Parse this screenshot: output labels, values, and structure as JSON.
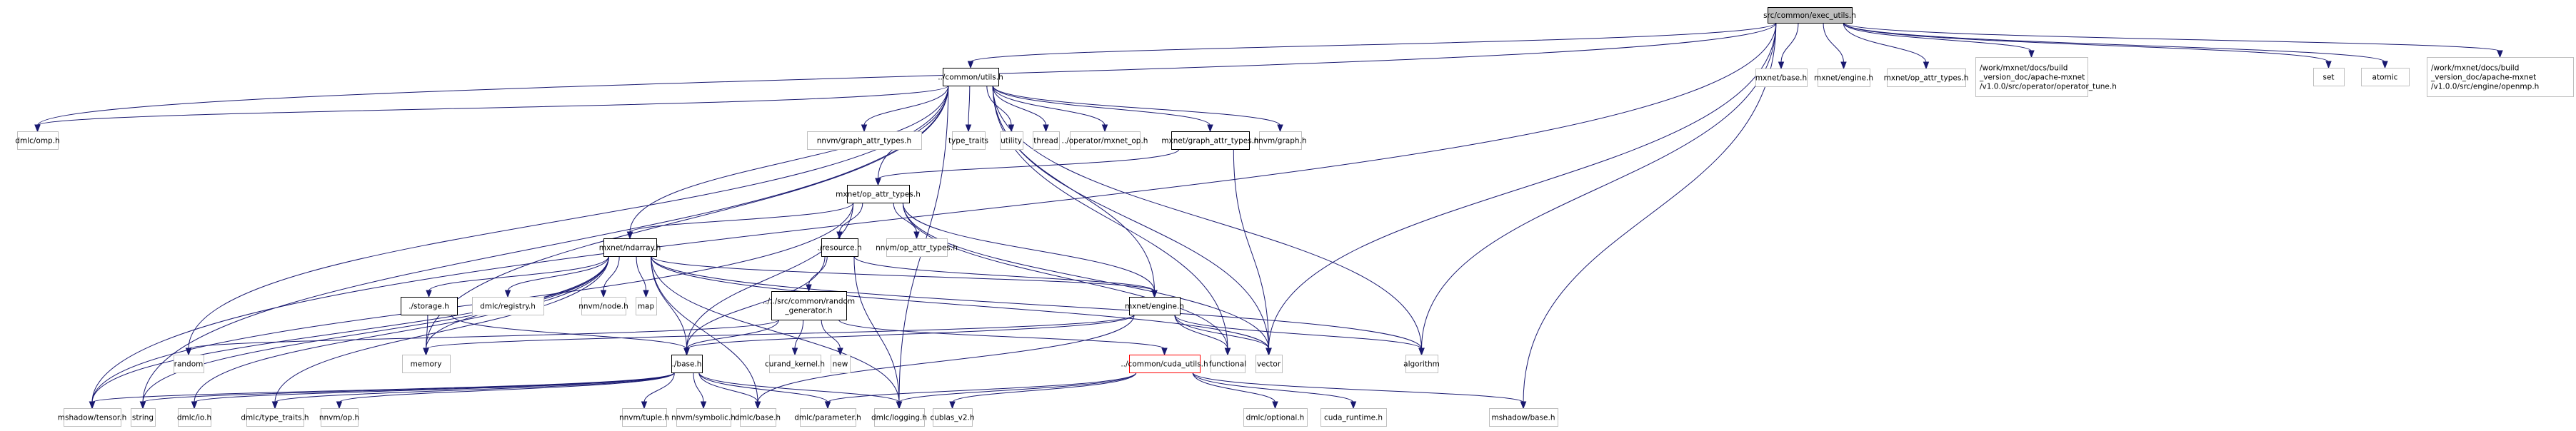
{
  "title": "src/common/exec_utils.h",
  "diagram_type": "include dependency graph",
  "edge_color": "#191970",
  "node_colors": {
    "root_fill": "#bfbfbf",
    "internal_border": "#000000",
    "external_border": "#bfbfbf",
    "highlight_border": "#ff0000"
  },
  "nodes": [
    {
      "id": "exec_utils",
      "label": [
        "src/common/exec_utils.h"
      ],
      "kind": "root"
    },
    {
      "id": "utils",
      "label": [
        "../common/utils.h"
      ],
      "kind": "int"
    },
    {
      "id": "omp",
      "label": [
        "dmlc/omp.h"
      ],
      "kind": "ext"
    },
    {
      "id": "mx_base",
      "label": [
        "mxnet/base.h"
      ],
      "kind": "ext"
    },
    {
      "id": "mx_engine_top",
      "label": [
        "mxnet/engine.h"
      ],
      "kind": "ext"
    },
    {
      "id": "mx_opattr_top",
      "label": [
        "mxnet/op_attr_types.h"
      ],
      "kind": "ext"
    },
    {
      "id": "op_tune",
      "label": [
        "/work/mxnet/docs/build",
        "_version_doc/apache-mxnet",
        "/v1.0.0/src/operator/operator_tune.h"
      ],
      "kind": "ext"
    },
    {
      "id": "set",
      "label": [
        "set"
      ],
      "kind": "ext"
    },
    {
      "id": "atomic",
      "label": [
        "atomic"
      ],
      "kind": "ext"
    },
    {
      "id": "openmp",
      "label": [
        "/work/mxnet/docs/build",
        "_version_doc/apache-mxnet",
        "/v1.0.0/src/engine/openmp.h"
      ],
      "kind": "ext"
    },
    {
      "id": "nnvm_gat",
      "label": [
        "nnvm/graph_attr_types.h"
      ],
      "kind": "ext"
    },
    {
      "id": "type_traits",
      "label": [
        "type_traits"
      ],
      "kind": "ext"
    },
    {
      "id": "utility",
      "label": [
        "utility"
      ],
      "kind": "ext"
    },
    {
      "id": "thread",
      "label": [
        "thread"
      ],
      "kind": "ext"
    },
    {
      "id": "mxnet_op",
      "label": [
        "../operator/mxnet_op.h"
      ],
      "kind": "ext"
    },
    {
      "id": "mx_gat",
      "label": [
        "mxnet/graph_attr_types.h"
      ],
      "kind": "int"
    },
    {
      "id": "nnvm_graph",
      "label": [
        "nnvm/graph.h"
      ],
      "kind": "ext"
    },
    {
      "id": "mx_opattr",
      "label": [
        "mxnet/op_attr_types.h"
      ],
      "kind": "int"
    },
    {
      "id": "resource",
      "label": [
        "./resource.h"
      ],
      "kind": "int"
    },
    {
      "id": "nnvm_opattr",
      "label": [
        "nnvm/op_attr_types.h"
      ],
      "kind": "ext"
    },
    {
      "id": "ndarray",
      "label": [
        "mxnet/ndarray.h"
      ],
      "kind": "int"
    },
    {
      "id": "storage",
      "label": [
        "./storage.h"
      ],
      "kind": "int"
    },
    {
      "id": "registry",
      "label": [
        "dmlc/registry.h"
      ],
      "kind": "ext"
    },
    {
      "id": "nnvm_node",
      "label": [
        "nnvm/node.h"
      ],
      "kind": "ext"
    },
    {
      "id": "map",
      "label": [
        "map"
      ],
      "kind": "ext"
    },
    {
      "id": "randgen",
      "label": [
        "../../src/common/random",
        "_generator.h"
      ],
      "kind": "int"
    },
    {
      "id": "engine",
      "label": [
        "mxnet/engine.h"
      ],
      "kind": "int"
    },
    {
      "id": "random",
      "label": [
        "random"
      ],
      "kind": "ext"
    },
    {
      "id": "memory",
      "label": [
        "memory"
      ],
      "kind": "ext"
    },
    {
      "id": "base",
      "label": [
        "./base.h"
      ],
      "kind": "int"
    },
    {
      "id": "curand",
      "label": [
        "curand_kernel.h"
      ],
      "kind": "ext"
    },
    {
      "id": "new",
      "label": [
        "new"
      ],
      "kind": "ext"
    },
    {
      "id": "cuda_utils",
      "label": [
        "../common/cuda_utils.h"
      ],
      "kind": "red"
    },
    {
      "id": "functional",
      "label": [
        "functional"
      ],
      "kind": "ext"
    },
    {
      "id": "vector",
      "label": [
        "vector"
      ],
      "kind": "ext"
    },
    {
      "id": "algorithm",
      "label": [
        "algorithm"
      ],
      "kind": "ext"
    },
    {
      "id": "mshadow_tensor",
      "label": [
        "mshadow/tensor.h"
      ],
      "kind": "ext"
    },
    {
      "id": "string",
      "label": [
        "string"
      ],
      "kind": "ext"
    },
    {
      "id": "dmlc_io",
      "label": [
        "dmlc/io.h"
      ],
      "kind": "ext"
    },
    {
      "id": "dmlc_tt",
      "label": [
        "dmlc/type_traits.h"
      ],
      "kind": "ext"
    },
    {
      "id": "nnvm_op",
      "label": [
        "nnvm/op.h"
      ],
      "kind": "ext"
    },
    {
      "id": "nnvm_tuple",
      "label": [
        "nnvm/tuple.h"
      ],
      "kind": "ext"
    },
    {
      "id": "nnvm_symbolic",
      "label": [
        "nnvm/symbolic.h"
      ],
      "kind": "ext"
    },
    {
      "id": "dmlc_base",
      "label": [
        "dmlc/base.h"
      ],
      "kind": "ext"
    },
    {
      "id": "dmlc_param",
      "label": [
        "dmlc/parameter.h"
      ],
      "kind": "ext"
    },
    {
      "id": "dmlc_logging",
      "label": [
        "dmlc/logging.h"
      ],
      "kind": "ext"
    },
    {
      "id": "cublas",
      "label": [
        "cublas_v2.h"
      ],
      "kind": "ext"
    },
    {
      "id": "dmlc_optional",
      "label": [
        "dmlc/optional.h"
      ],
      "kind": "ext"
    },
    {
      "id": "cuda_runtime",
      "label": [
        "cuda_runtime.h"
      ],
      "kind": "ext"
    },
    {
      "id": "mshadow_base",
      "label": [
        "mshadow/base.h"
      ],
      "kind": "ext"
    }
  ],
  "edges": [
    [
      "exec_utils",
      "utils"
    ],
    [
      "exec_utils",
      "omp"
    ],
    [
      "exec_utils",
      "mx_base"
    ],
    [
      "exec_utils",
      "mx_engine_top"
    ],
    [
      "exec_utils",
      "mx_opattr_top"
    ],
    [
      "exec_utils",
      "op_tune"
    ],
    [
      "exec_utils",
      "set"
    ],
    [
      "exec_utils",
      "atomic"
    ],
    [
      "exec_utils",
      "openmp"
    ],
    [
      "exec_utils",
      "mshadow_tensor"
    ],
    [
      "exec_utils",
      "vector"
    ],
    [
      "exec_utils",
      "algorithm"
    ],
    [
      "exec_utils",
      "mshadow_base"
    ],
    [
      "utils",
      "omp"
    ],
    [
      "utils",
      "nnvm_gat"
    ],
    [
      "utils",
      "type_traits"
    ],
    [
      "utils",
      "utility"
    ],
    [
      "utils",
      "thread"
    ],
    [
      "utils",
      "mxnet_op"
    ],
    [
      "utils",
      "mx_gat"
    ],
    [
      "utils",
      "nnvm_graph"
    ],
    [
      "utils",
      "mx_opattr"
    ],
    [
      "utils",
      "ndarray"
    ],
    [
      "utils",
      "random"
    ],
    [
      "utils",
      "memory"
    ],
    [
      "utils",
      "string"
    ],
    [
      "utils",
      "vector"
    ],
    [
      "utils",
      "algorithm"
    ],
    [
      "utils",
      "functional"
    ],
    [
      "utils",
      "engine"
    ],
    [
      "utils",
      "dmlc_logging"
    ],
    [
      "mx_gat",
      "mx_opattr"
    ],
    [
      "mx_gat",
      "vector"
    ],
    [
      "mx_opattr",
      "resource"
    ],
    [
      "mx_opattr",
      "nnvm_opattr"
    ],
    [
      "mx_opattr",
      "ndarray"
    ],
    [
      "mx_opattr",
      "engine"
    ],
    [
      "mx_opattr",
      "base"
    ],
    [
      "mx_opattr",
      "mshadow_tensor"
    ],
    [
      "mx_opattr",
      "functional"
    ],
    [
      "mx_opattr",
      "vector"
    ],
    [
      "resource",
      "randgen"
    ],
    [
      "resource",
      "engine"
    ],
    [
      "resource",
      "base"
    ],
    [
      "resource",
      "dmlc_logging"
    ],
    [
      "ndarray",
      "storage"
    ],
    [
      "ndarray",
      "registry"
    ],
    [
      "ndarray",
      "nnvm_node"
    ],
    [
      "ndarray",
      "map"
    ],
    [
      "ndarray",
      "engine"
    ],
    [
      "ndarray",
      "base"
    ],
    [
      "ndarray",
      "memory"
    ],
    [
      "ndarray",
      "string"
    ],
    [
      "ndarray",
      "dmlc_io"
    ],
    [
      "ndarray",
      "dmlc_tt"
    ],
    [
      "ndarray",
      "dmlc_base"
    ],
    [
      "ndarray",
      "dmlc_logging"
    ],
    [
      "ndarray",
      "vector"
    ],
    [
      "ndarray",
      "algorithm"
    ],
    [
      "ndarray",
      "mshadow_tensor"
    ],
    [
      "storage",
      "memory"
    ],
    [
      "storage",
      "base"
    ],
    [
      "randgen",
      "base"
    ],
    [
      "randgen",
      "random"
    ],
    [
      "randgen",
      "curand"
    ],
    [
      "randgen",
      "new"
    ],
    [
      "randgen",
      "cuda_utils"
    ],
    [
      "engine",
      "base"
    ],
    [
      "engine",
      "memory"
    ],
    [
      "engine",
      "functional"
    ],
    [
      "engine",
      "vector"
    ],
    [
      "engine",
      "algorithm"
    ],
    [
      "engine",
      "dmlc_base"
    ],
    [
      "base",
      "mshadow_tensor"
    ],
    [
      "base",
      "string"
    ],
    [
      "base",
      "dmlc_io"
    ],
    [
      "base",
      "dmlc_tt"
    ],
    [
      "base",
      "nnvm_op"
    ],
    [
      "base",
      "nnvm_tuple"
    ],
    [
      "base",
      "nnvm_symbolic"
    ],
    [
      "base",
      "dmlc_base"
    ],
    [
      "base",
      "dmlc_param"
    ],
    [
      "base",
      "dmlc_logging"
    ],
    [
      "cuda_utils",
      "dmlc_param"
    ],
    [
      "cuda_utils",
      "dmlc_logging"
    ],
    [
      "cuda_utils",
      "cublas"
    ],
    [
      "cuda_utils",
      "dmlc_optional"
    ],
    [
      "cuda_utils",
      "cuda_runtime"
    ],
    [
      "cuda_utils",
      "mshadow_base"
    ]
  ]
}
